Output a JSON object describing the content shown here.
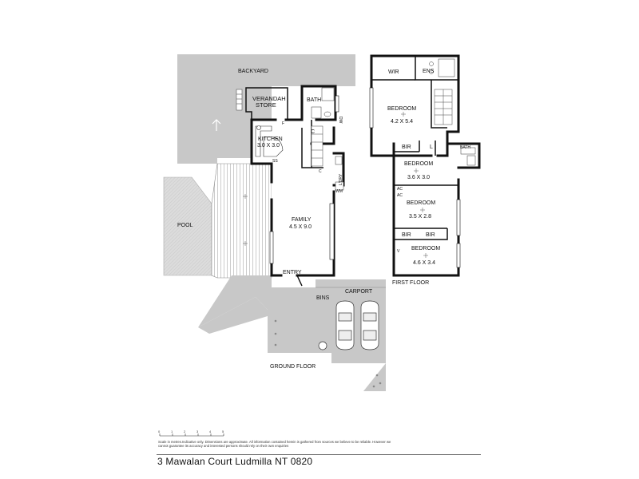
{
  "ground_floor": {
    "title": "GROUND FLOOR",
    "rooms": {
      "backyard": "BACKYARD",
      "verandah": "VERANDAH",
      "store": "STORE",
      "bath": "BATH",
      "kitchen": "KITCHEN",
      "kitchen_size": "3.0 X 3.0",
      "family": "FAMILY",
      "family_size": "4.5 X 9.0",
      "laundry": "L'DRY",
      "entry": "ENTRY",
      "carport": "CARPORT",
      "bins": "BINS",
      "pool": "POOL",
      "closet_c1": "C",
      "closet_c2": "C",
      "fridge": "F",
      "wm": "WM",
      "dw": "DW",
      "ss": "SS"
    }
  },
  "first_floor": {
    "title": "FIRST FLOOR",
    "rooms": {
      "wir": "WIR",
      "ens": "ENS",
      "bed1": "BEDROOM",
      "bed1_size": "4.2 X 5.4",
      "bed2": "BEDROOM",
      "bed2_size": "3.6 X 3.0",
      "bed3": "BEDROOM",
      "bed3_size": "3.5 X 2.8",
      "bed4": "BEDROOM",
      "bed4_size": "4.6 X 3.4",
      "bir1": "BIR",
      "bir2": "BIR",
      "bir3": "BIR",
      "linen": "L",
      "bath": "BATH",
      "ac1": "AC",
      "ac2": "AC",
      "v": "V"
    }
  },
  "scale": {
    "ticks": [
      "0",
      "1",
      "2",
      "3",
      "4",
      "5"
    ]
  },
  "disclaimer": "Scale in metres.Indicative only. Dimensions are approximate. All information contained herein is gathered from sources we believe to be reliable. However we cannot guarantee its accuracy and interested persons should rely on their own enquiries",
  "address": "3 Mawalan Court Ludmilla NT 0820",
  "colors": {
    "outdoor": "#c8c8c8",
    "pool": "#d4d4d4",
    "wall": "#111111",
    "background": "#ffffff"
  }
}
